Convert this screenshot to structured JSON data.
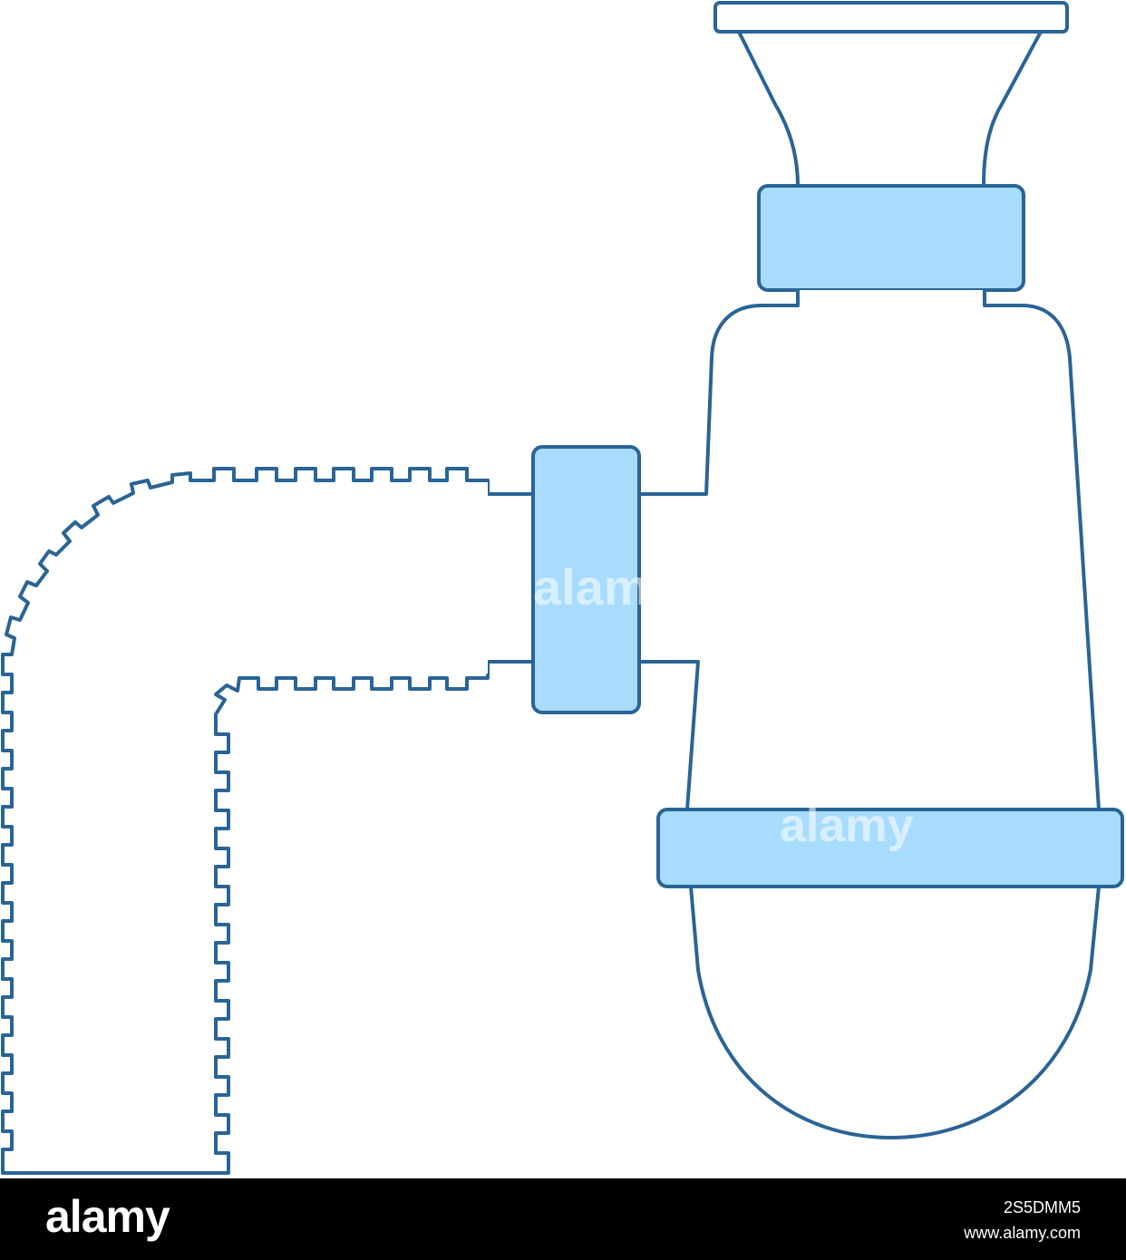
{
  "illustration": {
    "subject": "sink-siphon-icon",
    "colors": {
      "outline": "#2a6496",
      "fill_light": "#a8dcff",
      "background": "#ffffff"
    },
    "watermark_text": "alamy"
  },
  "footer": {
    "brand": "alamy",
    "image_id": "2S5DMM5",
    "url": "www.alamy.com",
    "background": "#000000",
    "text_color": "#ffffff"
  }
}
